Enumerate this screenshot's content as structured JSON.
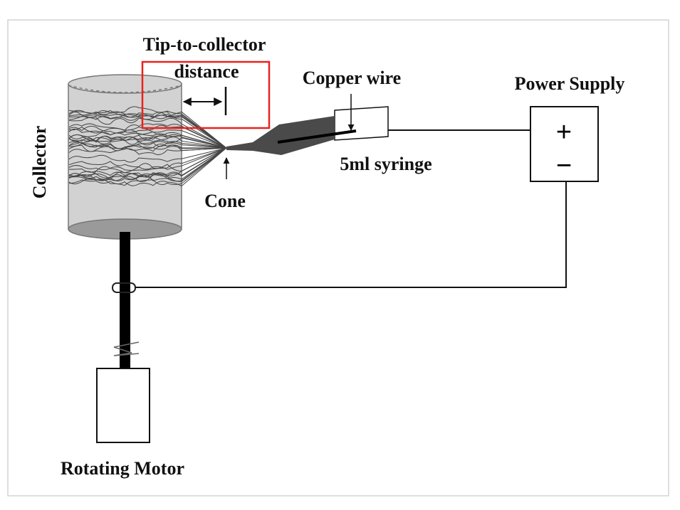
{
  "labels": {
    "tip_to_collector": "Tip-to-collector",
    "distance": "distance",
    "copper_wire": "Copper wire",
    "power_supply": "Power Supply",
    "syringe": "5ml syringe",
    "cone": "Cone",
    "collector": "Collector",
    "rotating_motor": "Rotating Motor",
    "plus": "+",
    "minus": "−"
  },
  "colors": {
    "highlight_box": "#e8231f",
    "collector_fill": "#d2d2d2",
    "syringe_body": "#4a4a4a"
  }
}
